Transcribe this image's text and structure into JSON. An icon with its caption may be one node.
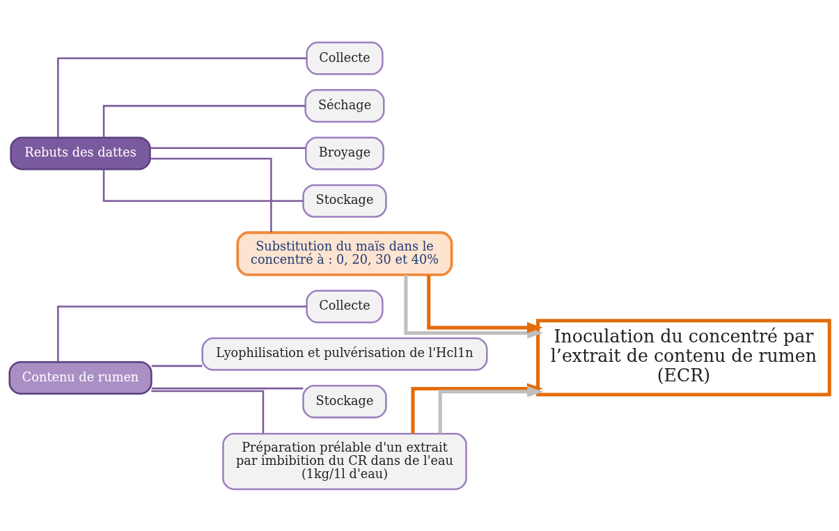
{
  "diagram": {
    "nodes": [
      {
        "text": [
          "Rebuts des dattes"
        ]
      },
      {
        "text": [
          "Collecte"
        ]
      },
      {
        "text": [
          "Séchage"
        ]
      },
      {
        "text": [
          "Broyage"
        ]
      },
      {
        "text": [
          "Stockage"
        ]
      },
      {
        "text": [
          "Substitution du maïs dans le concentré à : 0, 20, 30 et 40%"
        ]
      },
      {
        "text": [
          "Contenu de rumen"
        ]
      },
      {
        "text": [
          "Collecte"
        ]
      },
      {
        "text": [
          "Lyophilisation et pulvérisation de l'Hcl1n"
        ]
      },
      {
        "text": [
          "Stockage"
        ]
      },
      {
        "text": [
          "Préparation prélable d'un extrait par imbibition du CR dans de l'eau (1kg/1l d'eau)"
        ]
      },
      {
        "text": [
          "Inoculation du concentré par l’extrait de contenu de rumen (ECR)"
        ]
      }
    ],
    "edges": [
      {
        "from": 0,
        "to": 1,
        "arrow": "none"
      },
      {
        "from": 0,
        "to": 2,
        "arrow": "none"
      },
      {
        "from": 0,
        "to": 3,
        "arrow": "none"
      },
      {
        "from": 0,
        "to": 4,
        "arrow": "none"
      },
      {
        "from": 0,
        "to": 5,
        "arrow": "none"
      },
      {
        "from": 6,
        "to": 7,
        "arrow": "none"
      },
      {
        "from": 6,
        "to": 8,
        "arrow": "none"
      },
      {
        "from": 6,
        "to": 9,
        "arrow": "none"
      },
      {
        "from": 6,
        "to": 10,
        "arrow": "none"
      },
      {
        "from": 10,
        "to": 11,
        "arrow": "to",
        "style": "thick",
        "color": "#e46c0a"
      },
      {
        "from": 10,
        "to": 11,
        "arrow": "to",
        "style": "thick",
        "color": "#bfbfbf"
      },
      {
        "from": 5,
        "to": 11,
        "arrow": "to",
        "style": "thick",
        "color": "#bfbfbf"
      },
      {
        "from": 5,
        "to": 11,
        "arrow": "to",
        "style": "thick",
        "color": "#e46c0a"
      }
    ]
  }
}
